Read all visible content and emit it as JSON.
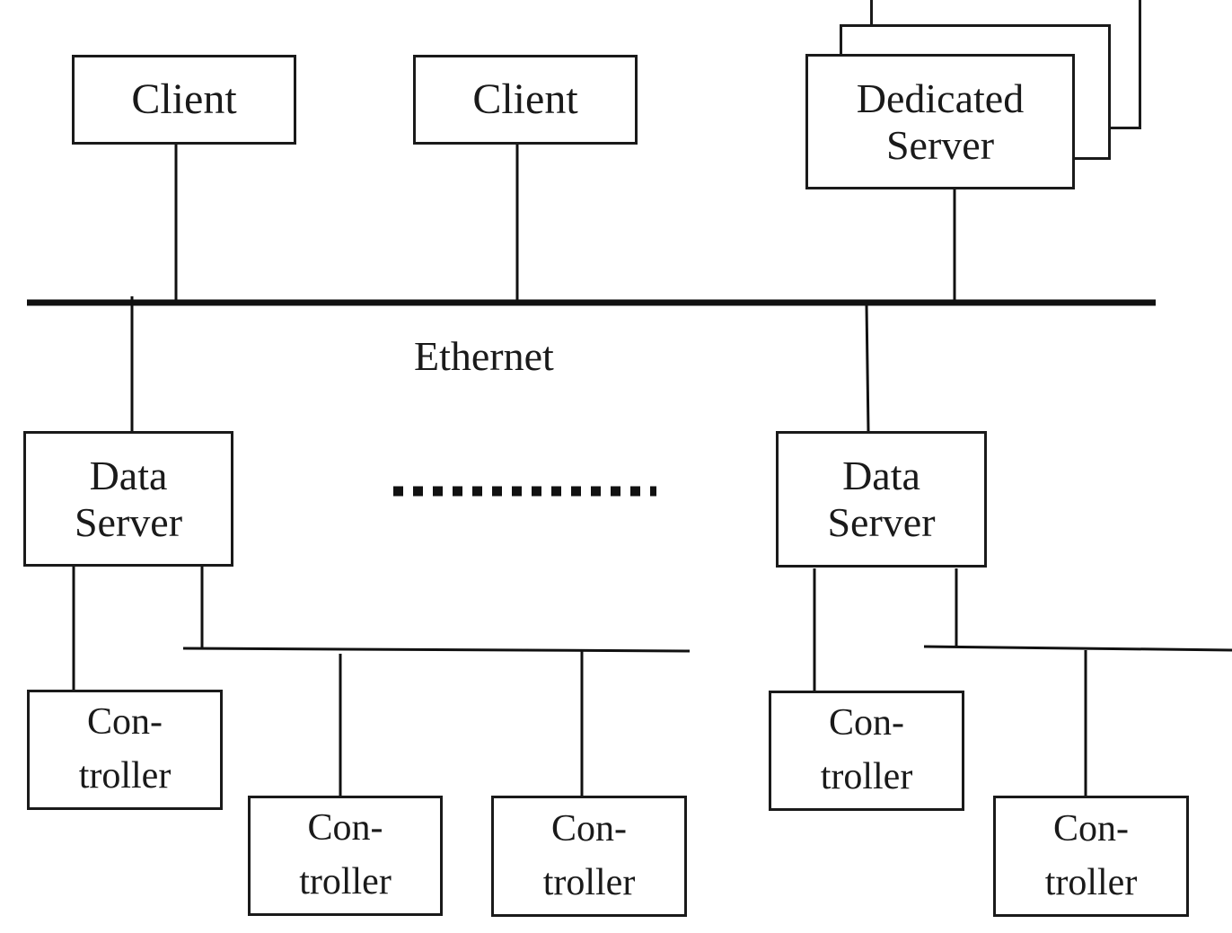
{
  "clients": [
    "Client",
    "Client"
  ],
  "dedicated_server": {
    "line1": "Dedicated",
    "line2": "Server"
  },
  "network_label": "Ethernet",
  "data_servers": [
    {
      "line1": "Data",
      "line2": "Server"
    },
    {
      "line1": "Data",
      "line2": "Server"
    }
  ],
  "controllers": [
    {
      "line1": "Con-",
      "line2": "troller"
    },
    {
      "line1": "Con-",
      "line2": "troller"
    },
    {
      "line1": "Con-",
      "line2": "troller"
    },
    {
      "line1": "Con-",
      "line2": "troller"
    },
    {
      "line1": "Con-",
      "line2": "troller"
    }
  ]
}
